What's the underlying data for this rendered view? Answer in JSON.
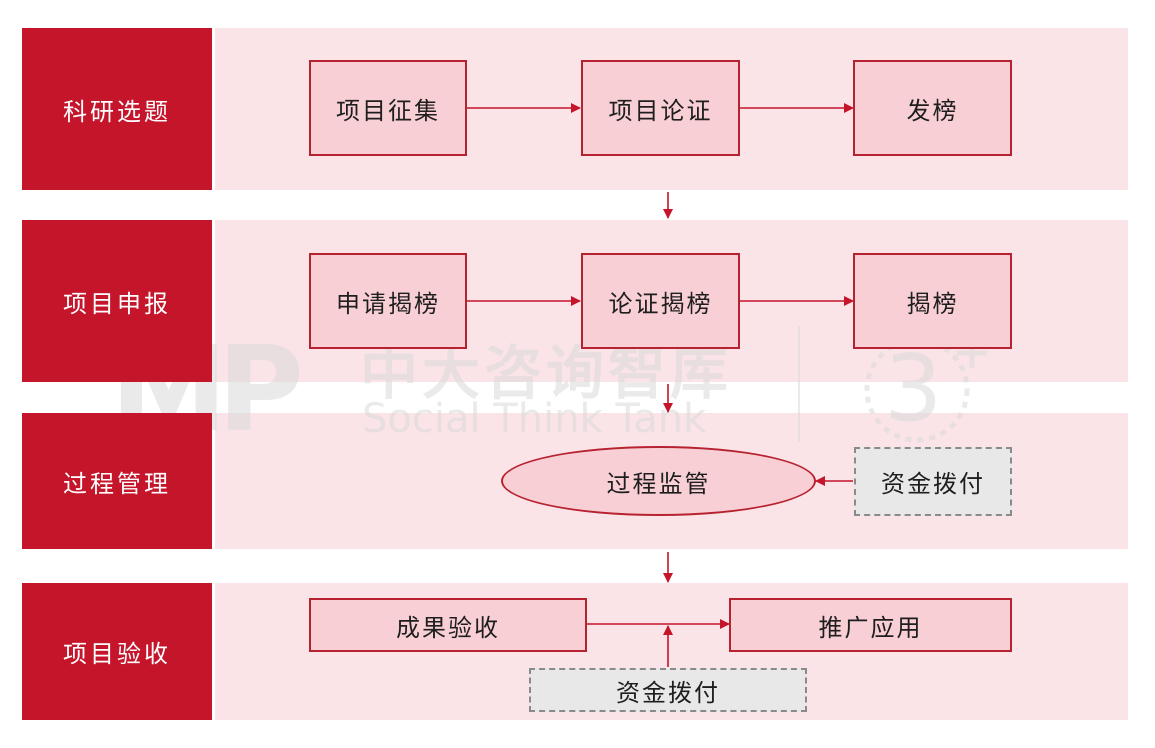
{
  "stages": [
    {
      "label": "科研选题"
    },
    {
      "label": "项目申报"
    },
    {
      "label": "过程管理"
    },
    {
      "label": "项目验收"
    }
  ],
  "nodes": {
    "xiangmu_zhengji": "项目征集",
    "xiangmu_lunzheng": "项目论证",
    "fabang": "发榜",
    "shenqing_jiebang": "申请揭榜",
    "lunzheng_jiebang": "论证揭榜",
    "jiebang": "揭榜",
    "guocheng_jianguan": "过程监管",
    "zijin_bofu_1": "资金拨付",
    "chengguo_yanshou": "成果验收",
    "tuiguang_yingyong": "推广应用",
    "zijin_bofu_2": "资金拨付"
  },
  "watermark": {
    "logo": "MP",
    "name_cn": "中大咨询智库",
    "name_en": "Social Think Tank",
    "badge": "3"
  },
  "colors": {
    "stage_fill": "#c4152b",
    "band_fill": "#fbe4e7",
    "box_fill": "#f8cfd5",
    "box_border": "#b72230",
    "arrow": "#c4152b",
    "dashed_fill": "#e8e8e8",
    "dashed_border": "#8a8a8a"
  }
}
